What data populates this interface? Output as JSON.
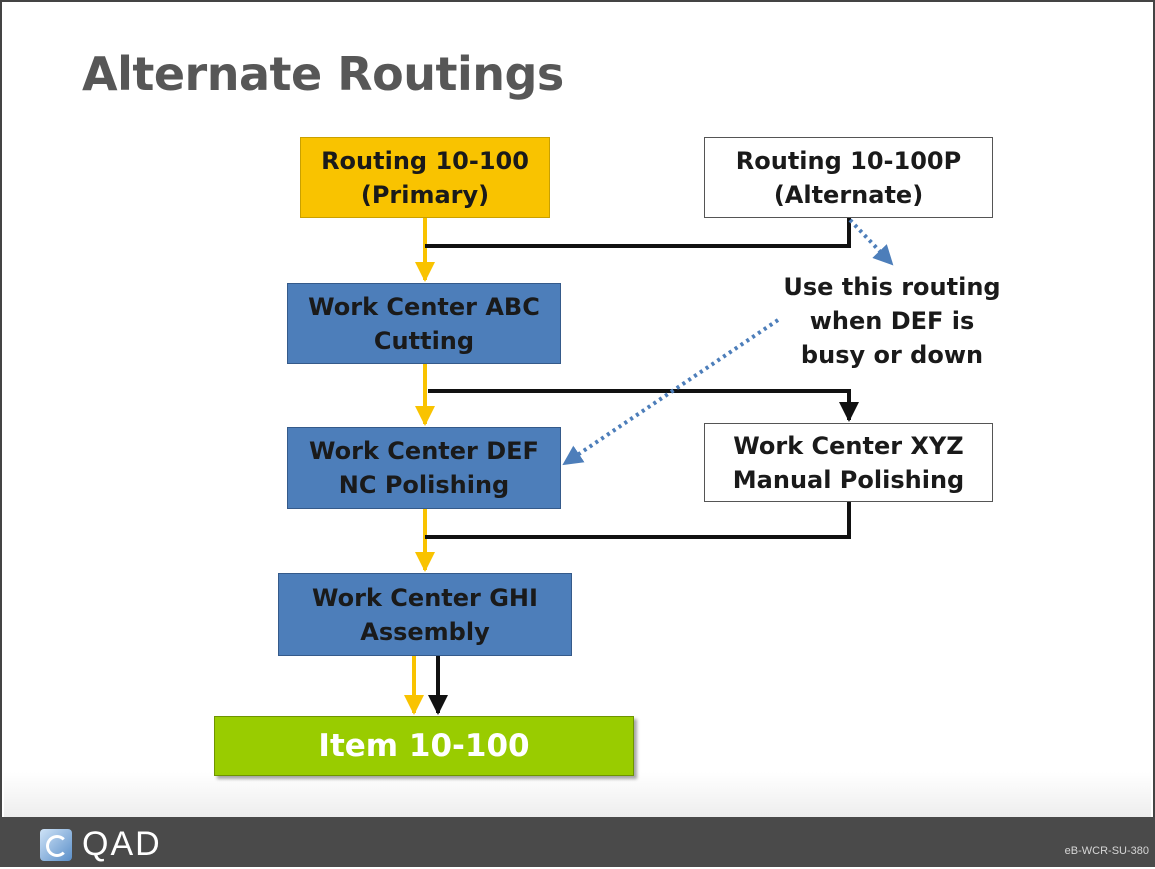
{
  "title": "Alternate Routings",
  "boxes": {
    "primary": "Routing 10-100\n(Primary)",
    "alternate": "Routing 10-100P\n(Alternate)",
    "abc": "Work Center ABC\nCutting",
    "def": "Work Center DEF\nNC Polishing",
    "xyz": "Work Center XYZ\nManual Polishing",
    "ghi": "Work Center GHI\nAssembly",
    "item": "Item 10-100"
  },
  "note": "Use this routing\nwhen DEF is\nbusy or down",
  "footer": {
    "logo": "QAD",
    "code": "eB-WCR-SU-380"
  },
  "colors": {
    "primary": "#f9c300",
    "work_center": "#4d7eba",
    "item": "#99cc00",
    "primary_path": "#f9c300",
    "alternate_path": "#111111",
    "note_pointer": "#4d7eba"
  }
}
